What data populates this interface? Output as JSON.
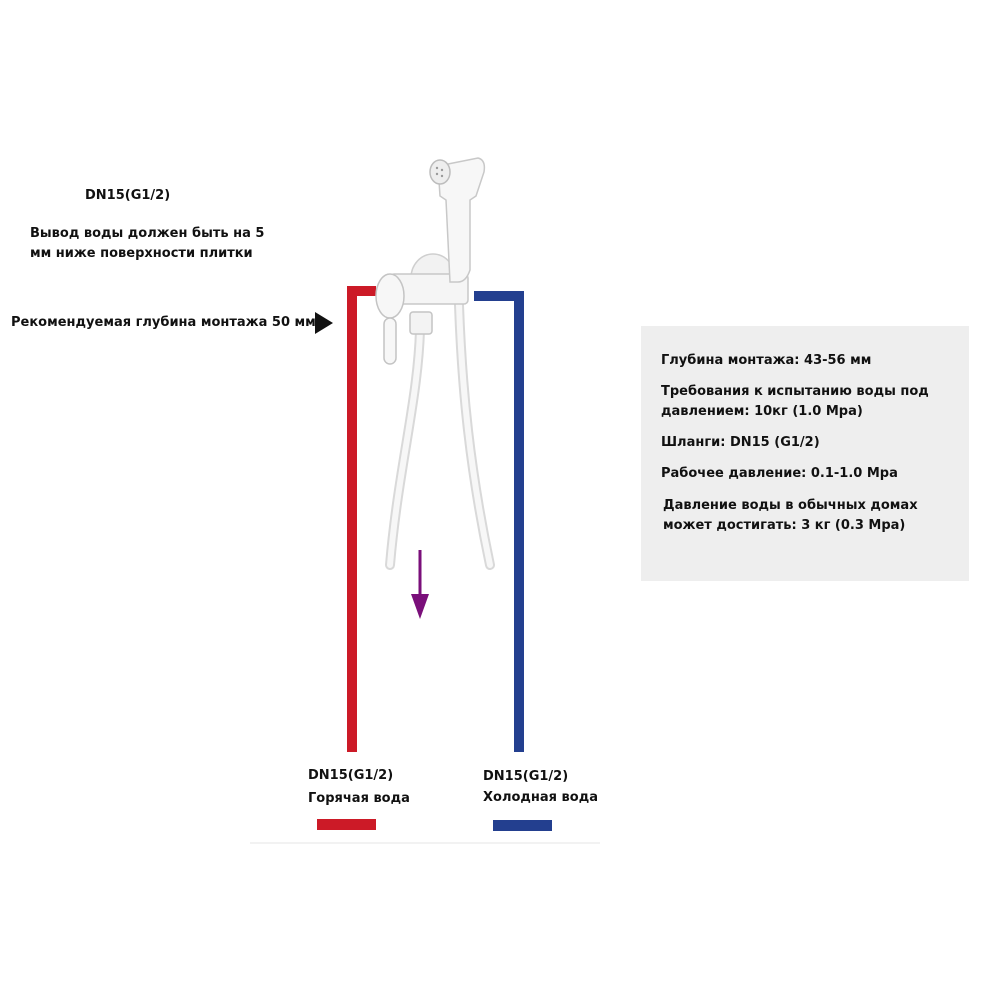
{
  "labels": {
    "dn_top": "DN15(G1/2)",
    "outlet_note": "Вывод воды должен быть на 5 мм ниже поверхности плитки",
    "depth_note": "Рекомендуемая глубина монтажа  50 мм"
  },
  "specs": [
    "Глубина монтажа: 43-56 мм",
    "Требования к испытанию воды под давлением: 10кг (1.0 Mpa)",
    "Шланги: DN15 (G1/2)",
    "Рабочее давление: 0.1-1.0 Mpa",
    "Давление воды в обычных домах может достигать: 3 кг (0.3 Mpa)"
  ],
  "hot": {
    "dn": "DN15(G1/2)",
    "label": "Горячая вода",
    "color": "#cc1a27"
  },
  "cold": {
    "dn": "DN15(G1/2)",
    "label": "Холодная вода",
    "color": "#233f8f"
  },
  "arrow_color": "#7a0f7a",
  "icons": [
    "bidet-shower-icon",
    "mixer-valve-icon",
    "flexible-hose-icon",
    "flow-arrow-icon",
    "pointer-arrow-icon"
  ]
}
